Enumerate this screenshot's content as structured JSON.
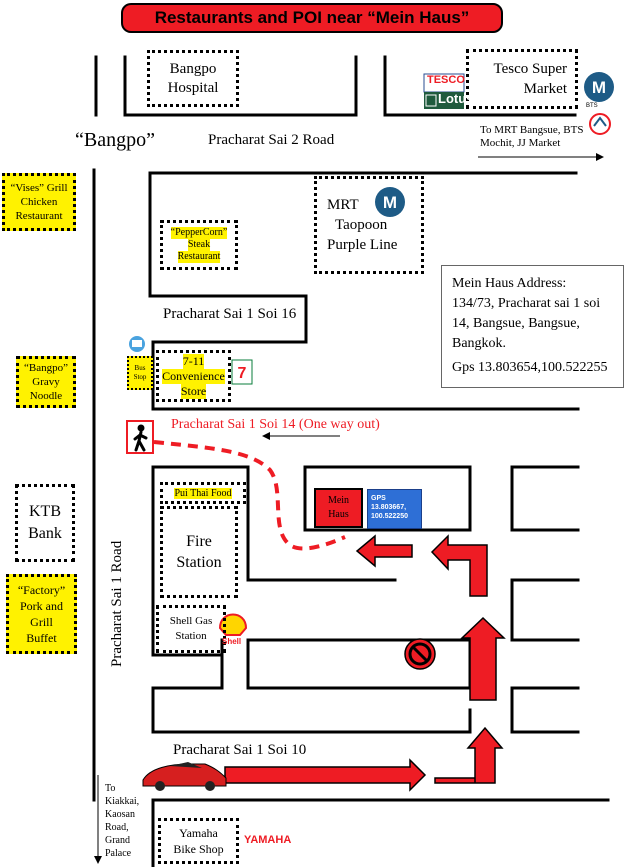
{
  "title": "Restaurants and POI near “Mein Haus”",
  "area_label": "“Bangpo”",
  "roads": {
    "pracharat_sai_2": "Pracharat Sai 2 Road",
    "soi_16": "Pracharat Sai 1 Soi 16",
    "soi_14": "Pracharat Sai 1 Soi 14 (One way out)",
    "soi_10": "Pracharat Sai 1 Soi 10",
    "sai_1_road": "Pracharat Sai 1 Road"
  },
  "directions": {
    "to_mrt": "To MRT Bangsue, BTS Mochit, JJ Market",
    "to_south": [
      "To",
      "Kiakkai,",
      "Kaosan",
      "Road,",
      "Grand",
      "Palace"
    ]
  },
  "pois": {
    "bangpo_hospital": [
      "Bangpo",
      "Hospital"
    ],
    "tesco": [
      "Tesco Super",
      "Market"
    ],
    "tesco_logo_top": "TESCO",
    "tesco_logo_bottom": "Lotus",
    "vises": [
      "“Vises” Grill",
      "Chicken",
      "Restaurant"
    ],
    "peppercorn": [
      "“PepperCorn”",
      "Steak",
      "Restaurant"
    ],
    "mrt_station": [
      "MRT",
      "Taopoon",
      "Purple Line"
    ],
    "bangpo_noodle": [
      "“Bangpo”",
      "Gravy",
      "Noodle"
    ],
    "bus_stop": [
      "Bus",
      "Stop"
    ],
    "seven_eleven": [
      "7-11",
      "Convenience",
      "Store"
    ],
    "ktb": [
      "KTB",
      "Bank"
    ],
    "factory": [
      "“Factory”",
      "Pork and",
      "Grill",
      "Buffet"
    ],
    "pui_thai": "Pui Thai Food",
    "fire_station": [
      "Fire",
      "Station"
    ],
    "shell_station": [
      "Shell Gas",
      "Station"
    ],
    "shell_brand": "Shell",
    "mein_haus": [
      "Mein",
      "Haus"
    ],
    "yamaha_shop": [
      "Yamaha",
      "Bike Shop"
    ],
    "yamaha_brand": "YAMAHA",
    "bts_label": "BTS"
  },
  "address": {
    "heading": "Mein Haus Address:",
    "line1": "134/73, Pracharat sai 1 soi",
    "line2": "14, Bangsue, Bangsue,",
    "line3": "Bangkok.",
    "gps": "Gps 13.803654,100.522255"
  },
  "gps_tag": [
    "GPS",
    "13.803667,",
    "100.522250"
  ],
  "colors": {
    "title_bg": "#ee1c24",
    "highlight": "#fff200",
    "route": "#ee1c24",
    "mrt_blue": "#1e5b86",
    "gps_blue": "#2e6fd6"
  }
}
